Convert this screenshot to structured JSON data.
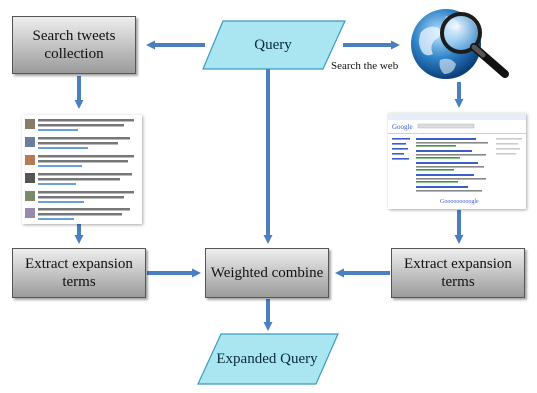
{
  "nodes": {
    "query": "Query",
    "search_tweets": "Search tweets collection",
    "search_web": "Search the web",
    "extract_left": "Extract expansion terms",
    "weighted_combine": "Weighted combine",
    "extract_right": "Extract expansion terms",
    "expanded_query": "Expanded Query"
  },
  "colors": {
    "arrow": "#4a7fc0",
    "parallelogram_fill": "#a9e6f2",
    "parallelogram_stroke": "#3a9bc0",
    "box_top": "#eeeeee",
    "box_bottom": "#9b9b9b"
  },
  "icons": {
    "globe": "globe-with-magnifier-icon",
    "tweets": "tweet-list-screenshot",
    "web": "search-results-screenshot"
  },
  "screenshot_labels": {
    "search_engine_logo": "Google"
  }
}
